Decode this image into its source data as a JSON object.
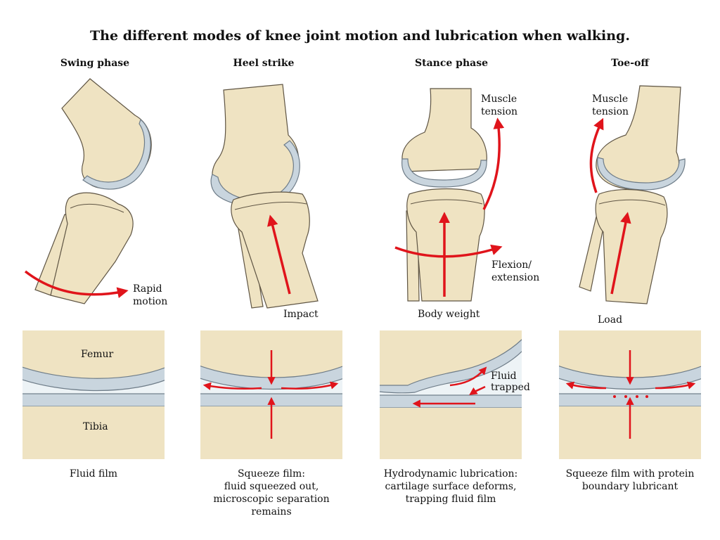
{
  "title": "The different modes of knee joint motion and lubrication when walking.",
  "phases": [
    {
      "name": "Swing phase",
      "labels": [
        "Rapid\nmotion"
      ],
      "caption": "Fluid film"
    },
    {
      "name": "Heel strike",
      "labels": [
        "Impact"
      ],
      "caption": "Squeeze film:\nfluid squeezed out,\nmicroscopic separation\nremains"
    },
    {
      "name": "Stance phase",
      "labels": [
        "Muscle\ntension",
        "Flexion/\nextension",
        "Body weight"
      ],
      "caption": "Hydrodynamic lubrication:\ncartilage surface deforms,\ntrapping fluid film"
    },
    {
      "name": "Toe-off",
      "labels": [
        "Muscle\ntension",
        "Load"
      ],
      "caption": "Squeeze film with protein\nboundary lubricant"
    }
  ],
  "detail_labels": {
    "femur": "Femur",
    "tibia": "Tibia",
    "fluid_trapped": "Fluid\ntrapped"
  },
  "colors": {
    "bone": "#efe3c2",
    "bone_edge": "#5e5443",
    "cartilage": "#c9d5de",
    "cartilage_edge": "#6e7c88",
    "arrow": "#e0141b",
    "fluid": "#edf3f6"
  }
}
